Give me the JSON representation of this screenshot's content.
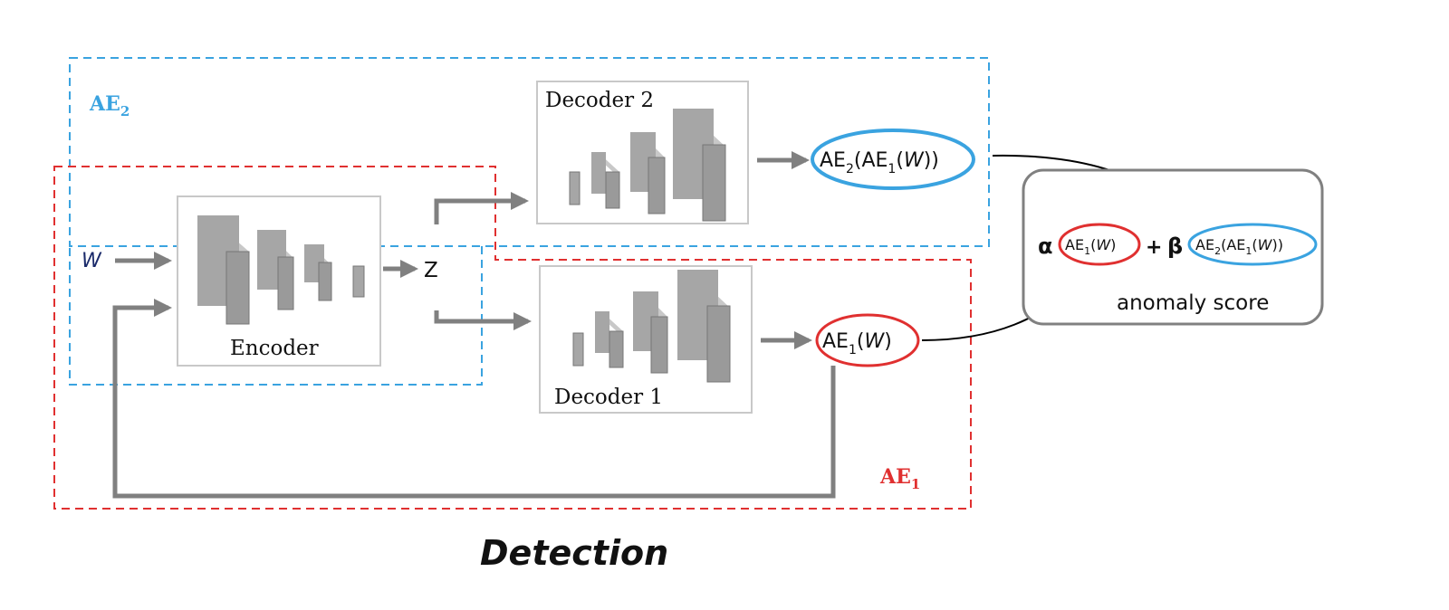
{
  "labels": {
    "ae2_region": {
      "main": "AE",
      "sub": "2"
    },
    "ae1_region": {
      "main": "AE",
      "sub": "1"
    },
    "input": "W",
    "latent": "Z",
    "encoder": "Encoder",
    "decoder1": "Decoder 1",
    "decoder2": "Decoder 2",
    "output1": {
      "a": "AE",
      "a_sub": "1",
      "arg": "W"
    },
    "output2": {
      "a": "AE",
      "a_sub": "2",
      "b": "AE",
      "b_sub": "1",
      "arg": "W"
    },
    "score": {
      "alpha": "α",
      "plus": "+",
      "beta": "β",
      "term1": {
        "a": "AE",
        "a_sub": "1",
        "arg": "W"
      },
      "term2": {
        "a": "AE",
        "a_sub": "2",
        "b": "AE",
        "b_sub": "1",
        "arg": "W"
      },
      "caption": "anomaly score"
    },
    "title": "Detection"
  },
  "colors": {
    "ae1": "#e03030",
    "ae2": "#3aa3e0",
    "arrow": "#808080",
    "block_face": "#a6a6a6",
    "block_side": "#7f7f7f",
    "block_top": "#c8c8c8",
    "box_border": "#c8c8c8",
    "text": "#111111",
    "input_text": "#1a2a6a"
  }
}
